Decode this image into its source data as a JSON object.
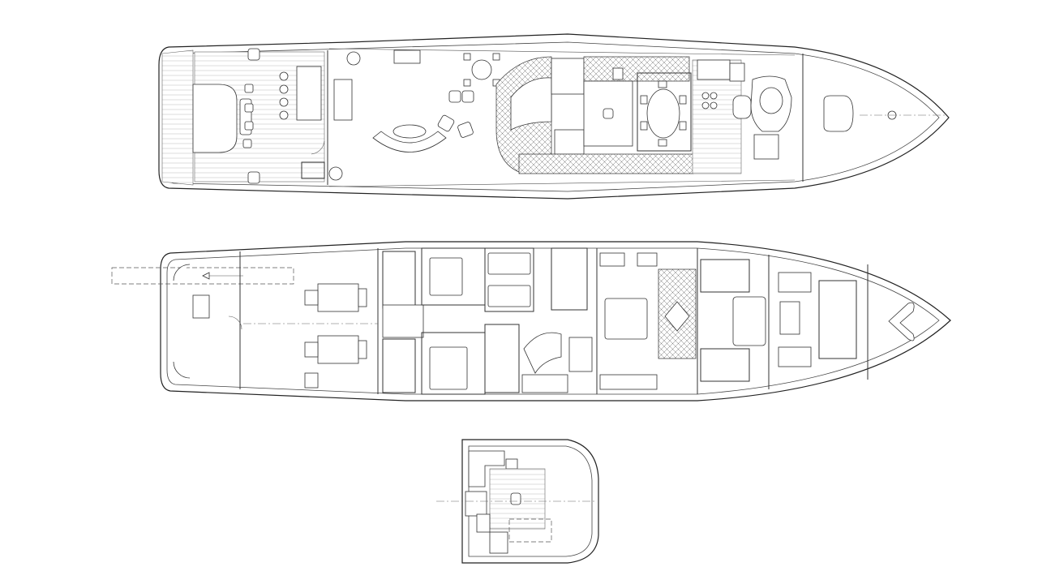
{
  "diagram": {
    "type": "yacht-general-arrangement",
    "background": "#ffffff",
    "line_color": "#333333",
    "views": [
      {
        "id": "main-deck",
        "label": ""
      },
      {
        "id": "lower-deck",
        "label": ""
      },
      {
        "id": "flybridge",
        "label": ""
      }
    ]
  }
}
